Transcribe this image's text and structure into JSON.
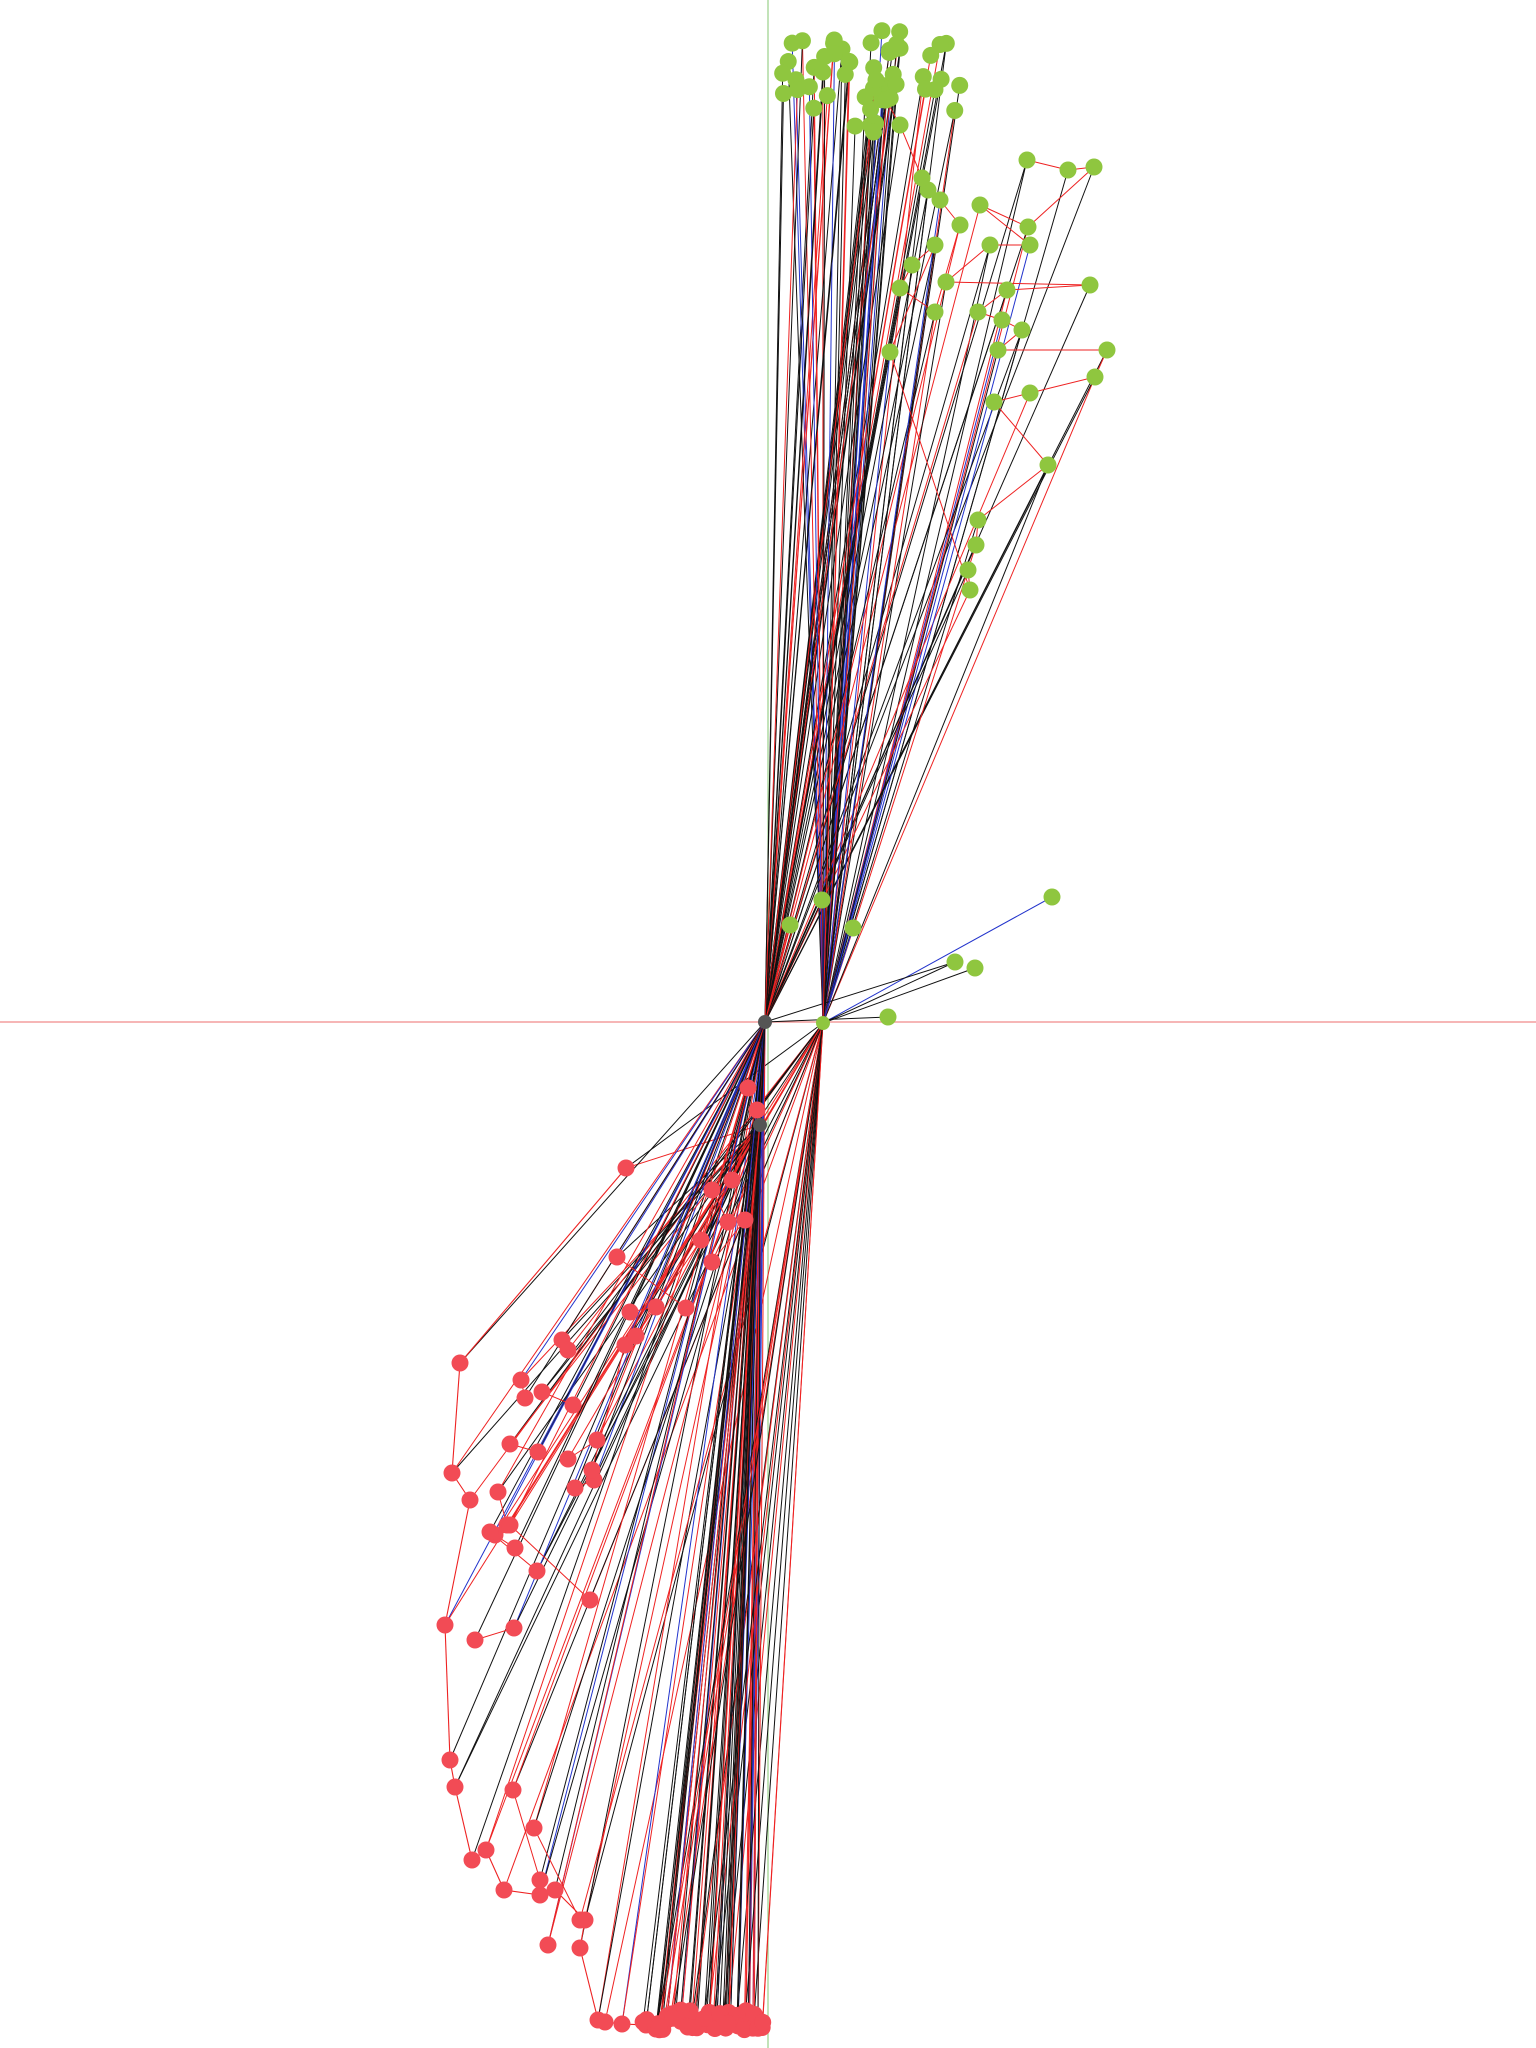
{
  "graph": {
    "colors": {
      "background": "#ffffff",
      "axis_horizontal": "#f08a8a",
      "axis_vertical": "#9ad08a",
      "top_node": "#8fc63f",
      "bottom_node": "#f24b55",
      "hub_node": "#555555",
      "edge_black": "#111111",
      "edge_red": "#ee2222",
      "edge_blue": "#2233cc"
    },
    "hubs": [
      "hub-upper-left",
      "hub-upper-right",
      "hub-lower"
    ],
    "top_cluster_count": 95,
    "bottom_cluster_count": 110
  }
}
